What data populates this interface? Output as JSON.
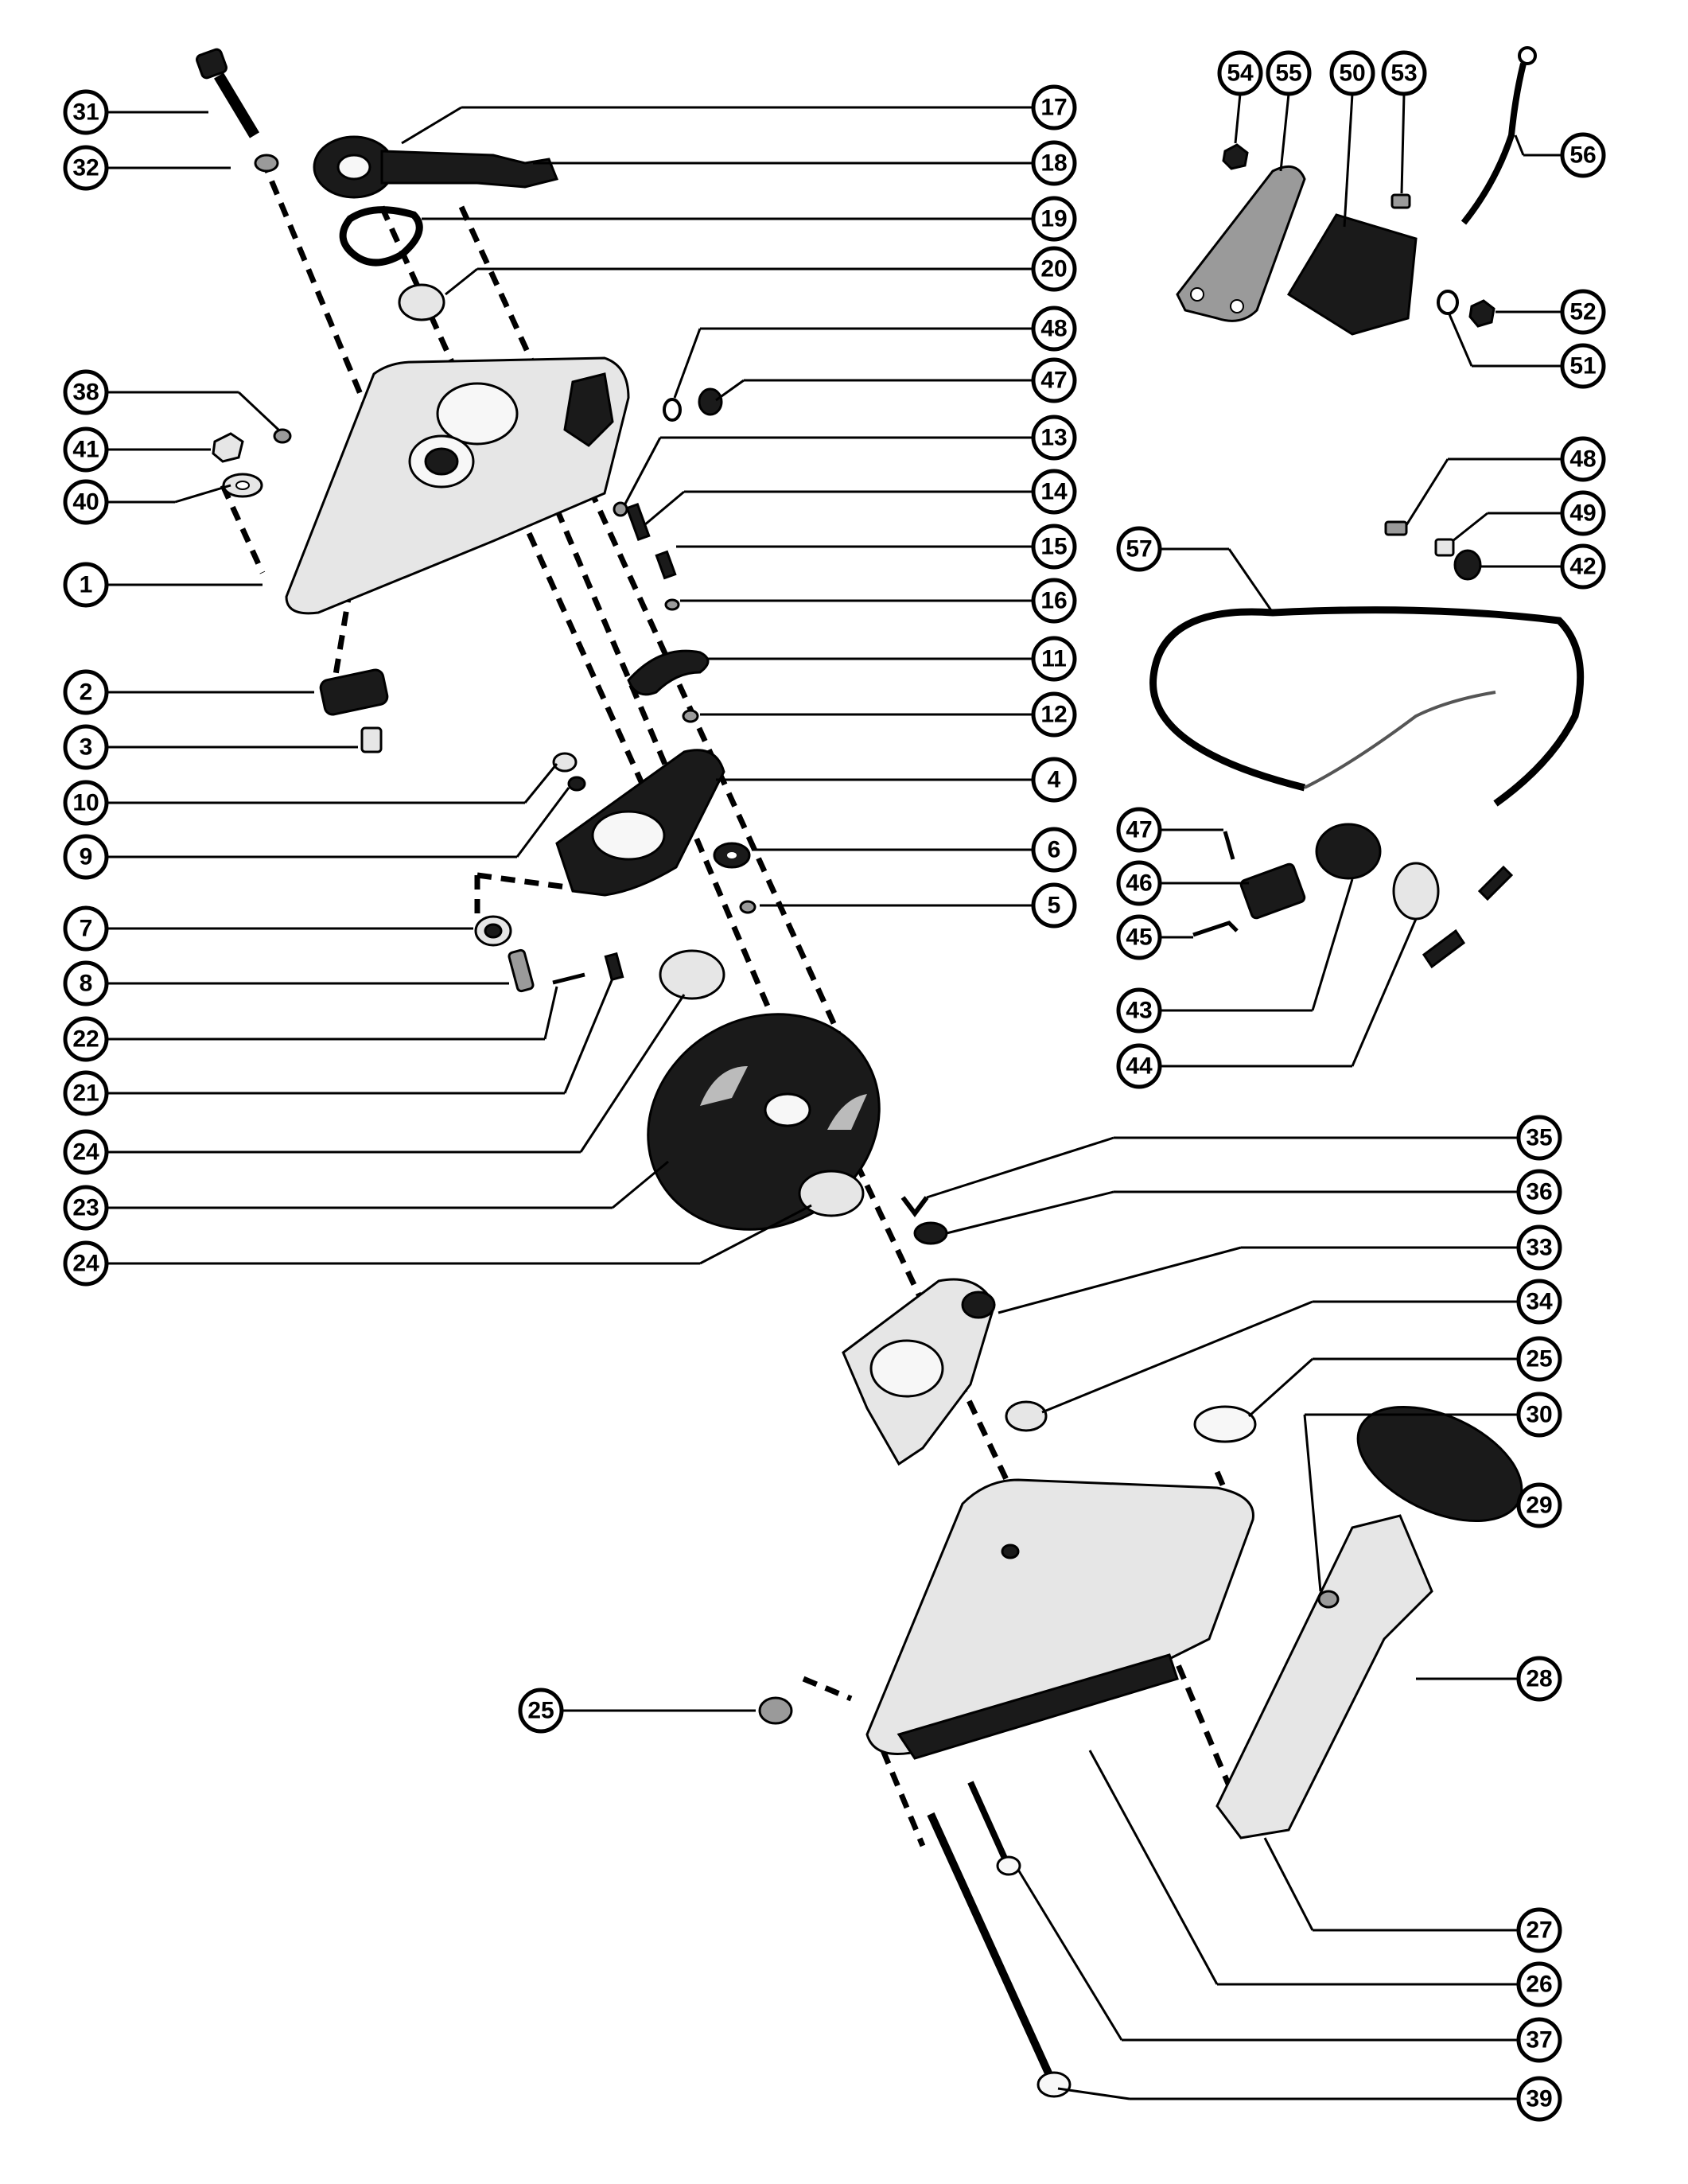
{
  "diagram": {
    "callouts": [
      "31",
      "32",
      "38",
      "41",
      "40",
      "1",
      "2",
      "3",
      "10",
      "9",
      "7",
      "8",
      "22",
      "21",
      "24",
      "23",
      "24",
      "17",
      "18",
      "19",
      "20",
      "48",
      "47",
      "13",
      "14",
      "15",
      "16",
      "11",
      "12",
      "4",
      "6",
      "5",
      "35",
      "36",
      "33",
      "34",
      "25",
      "30",
      "29",
      "28",
      "27",
      "26",
      "37",
      "39",
      "25",
      "54",
      "55",
      "50",
      "53",
      "56",
      "52",
      "51",
      "48",
      "49",
      "42",
      "57",
      "47",
      "46",
      "45",
      "43",
      "44"
    ]
  }
}
